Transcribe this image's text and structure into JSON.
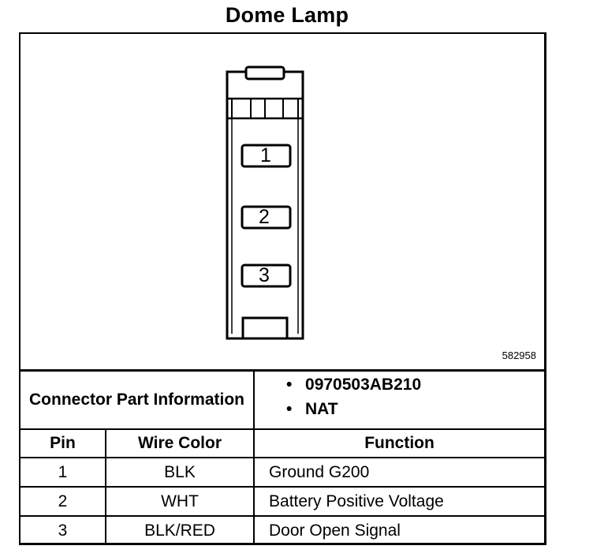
{
  "title": "Dome Lamp",
  "figure_number": "582958",
  "connector": {
    "pin_labels": [
      "1",
      "2",
      "3"
    ]
  },
  "connector_part_info": {
    "label": "Connector Part Information",
    "values": [
      "0970503AB210",
      "NAT"
    ]
  },
  "table": {
    "headers": [
      "Pin",
      "Wire Color",
      "Function"
    ],
    "rows": [
      {
        "pin": "1",
        "wire_color": "BLK",
        "function": "Ground G200"
      },
      {
        "pin": "2",
        "wire_color": "WHT",
        "function": "Battery Positive Voltage"
      },
      {
        "pin": "3",
        "wire_color": "BLK/RED",
        "function": "Door Open Signal"
      }
    ]
  }
}
